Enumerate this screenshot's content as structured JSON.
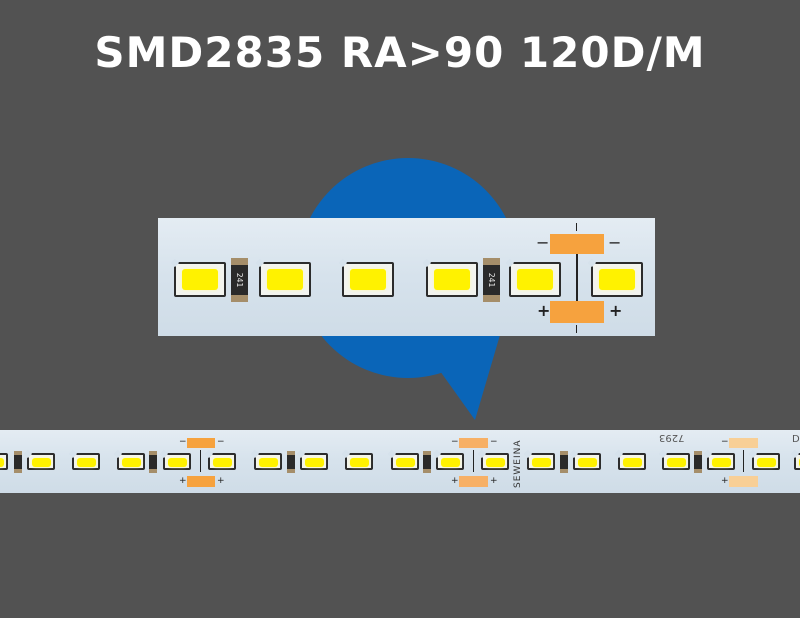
{
  "header": {
    "title": "SMD2835 RA>90 120D/M"
  },
  "colors": {
    "background": "#525252",
    "bubble": "#0a65b8",
    "strip": "#d6e2ec",
    "led_chip": "#fff200",
    "solder_pad_bright": "#f6a23e",
    "solder_pad_faded": "#f8cf96",
    "resistor": "#2a2a2a"
  },
  "magnified_strip": {
    "resistor_label": "241",
    "pad_marks": {
      "top_left": "−",
      "top_right": "−",
      "bottom_left": "+",
      "bottom_right": "+"
    }
  },
  "full_strip": {
    "brand_label": "SEWEINA",
    "code_label": "7293",
    "edge_label": "D",
    "pad_marks": {
      "minus": "−",
      "plus": "+"
    }
  }
}
